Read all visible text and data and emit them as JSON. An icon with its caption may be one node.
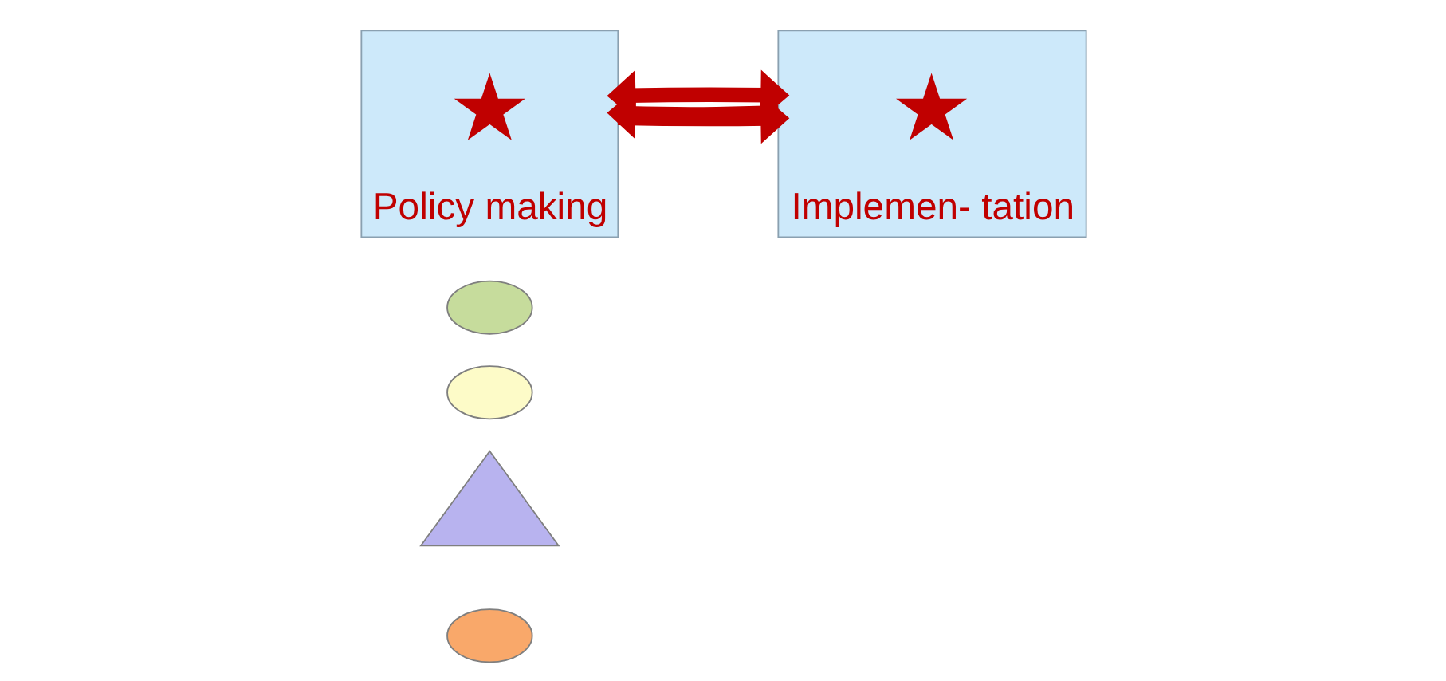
{
  "diagram": {
    "nodes": [
      {
        "text": [],
        "shape": "circle"
      },
      {
        "text": [],
        "shape": "triangle"
      },
      {
        "text": [],
        "shape": "circle"
      },
      {
        "text": [],
        "shape": "circle"
      },
      {
        "text": [
          "Policy making"
        ]
      },
      {
        "text": [],
        "shape": "star",
        "in": 4
      },
      {
        "text": [
          "Implemen- tation"
        ]
      },
      {
        "text": [],
        "shape": "star",
        "in": 6
      }
    ],
    "edges": [
      {
        "from": 5,
        "to": 7,
        "arrow": "to"
      },
      {
        "from": 5,
        "to": 7,
        "arrow": "both"
      },
      {
        "from": 7,
        "to": 5,
        "arrow": "to"
      }
    ]
  }
}
